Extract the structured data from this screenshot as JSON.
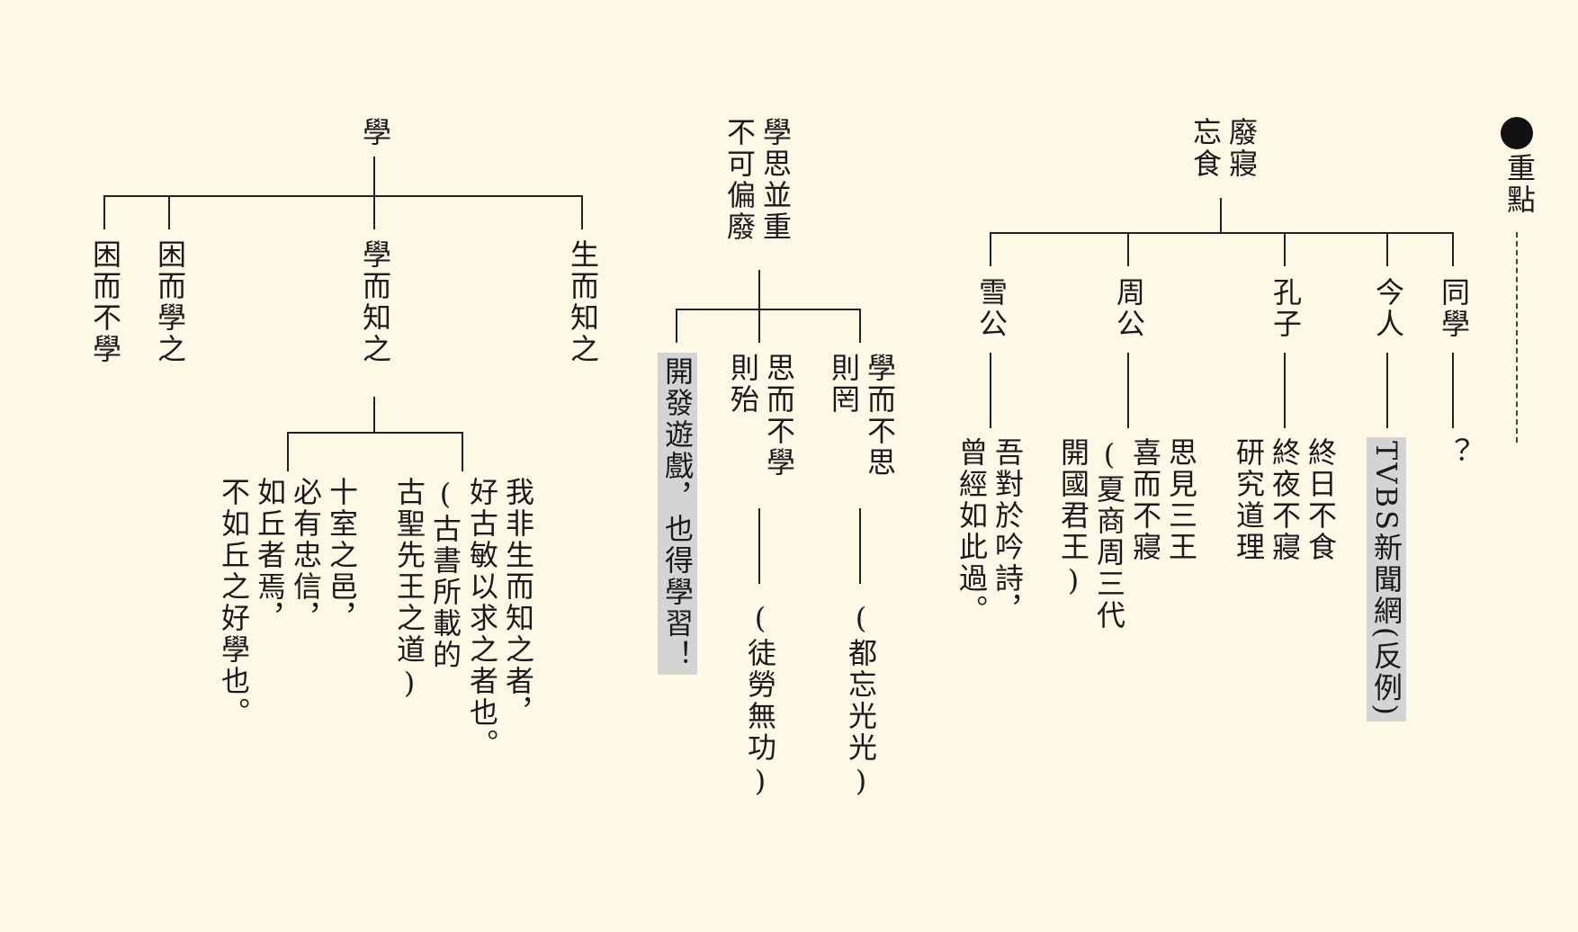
{
  "heading": {
    "label": "重點"
  },
  "tree_forget": {
    "root": "廢寢\n忘食",
    "branches": [
      {
        "label": "同學",
        "detail": "？"
      },
      {
        "label": "今人",
        "detail": "TVBS新聞網(反例)"
      },
      {
        "label": "孔子",
        "detail": "終日不食\n終夜不寢\n研究道理"
      },
      {
        "label": "周公",
        "detail": "思見三王\n喜而不寢\n(夏商周三代\n開國君王)"
      },
      {
        "label": "雪公",
        "detail": "吾對於吟詩，\n曾經如此過。"
      }
    ]
  },
  "tree_think": {
    "root": "學思並重\n不可偏廢",
    "branches": [
      {
        "label": "學而不思\n則罔",
        "detail": "(都忘光光)"
      },
      {
        "label": "思而不學\n則殆",
        "detail": "(徒勞無功)"
      },
      {
        "label": "開發遊戲，也得學習！",
        "detail": ""
      }
    ]
  },
  "tree_learn": {
    "root": "學",
    "branches": [
      {
        "label": "生而知之"
      },
      {
        "label": "學而知之"
      },
      {
        "label": "困而學之"
      },
      {
        "label": "困而不學"
      }
    ],
    "sub": [
      {
        "label": "我非生而知之者，\n好古敏以求之者也。"
      },
      {
        "label": "(古書所載的\n古聖先王之道)"
      },
      {
        "label": "十室之邑，\n必有忠信，\n如丘者焉，\n不如丘之好學也。"
      }
    ]
  },
  "colors": {
    "background": "#fdf9e6",
    "highlight": "#d4d4d4",
    "ink": "#1a1a1a"
  }
}
